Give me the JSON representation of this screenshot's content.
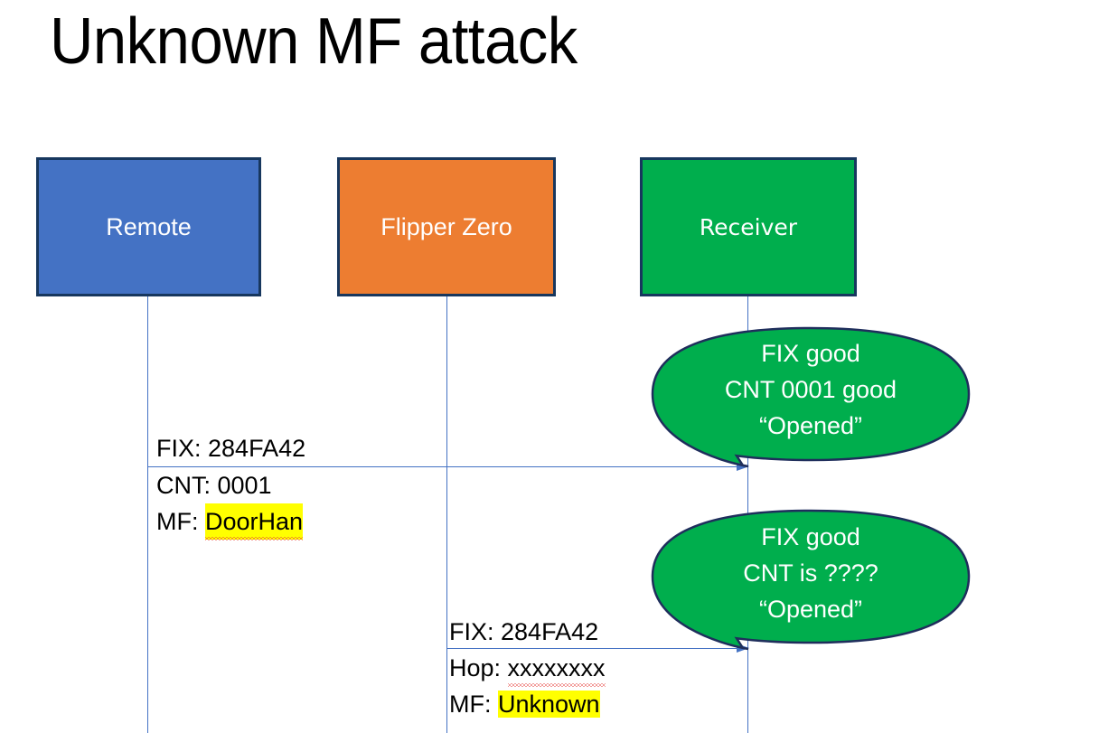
{
  "slide": {
    "title": "Unknown MF attack"
  },
  "actors": [
    {
      "name": "remote",
      "label": "Remote",
      "color": "#4472C4",
      "border": "#17375E"
    },
    {
      "name": "flipper",
      "label": "Flipper Zero",
      "color": "#ED7D31",
      "border": "#17375E"
    },
    {
      "name": "receiver",
      "label": "Receiver",
      "color": "#00AE4D",
      "border": "#17375E"
    }
  ],
  "messages": [
    {
      "from": "remote",
      "to": "receiver",
      "lines": [
        {
          "label": "FIX: ",
          "value": "284FA42",
          "highlight": false,
          "spellerror": false
        },
        {
          "label": "CNT: ",
          "value": "0001",
          "highlight": false,
          "spellerror": false
        },
        {
          "label": "MF: ",
          "value": "DoorHan",
          "highlight": true,
          "spellerror": true
        }
      ]
    },
    {
      "from": "flipper",
      "to": "receiver",
      "lines": [
        {
          "label": "FIX: ",
          "value": "284FA42",
          "highlight": false,
          "spellerror": false
        },
        {
          "label": "Hop: ",
          "value": "xxxxxxxx",
          "highlight": false,
          "spellerror": true
        },
        {
          "label": "MF: ",
          "value": "Unknown",
          "highlight": true,
          "spellerror": false
        }
      ]
    }
  ],
  "callouts": [
    {
      "name": "receiver-response-1",
      "fill": "#00AE4D",
      "stroke": "#1F2E5C",
      "lines": [
        "FIX good",
        "CNT 0001 good",
        "“Opened”"
      ]
    },
    {
      "name": "receiver-response-2",
      "fill": "#00AE4D",
      "stroke": "#1F2E5C",
      "lines": [
        "FIX good",
        "CNT is ????",
        "“Opened”"
      ]
    }
  ],
  "colors": {
    "arrow": "#4472C4",
    "lifeline": "#4472C4",
    "highlight": "#FFFF00",
    "spellcheck_underline": "#E53935",
    "text": "#000000",
    "background": "#FFFFFF"
  }
}
